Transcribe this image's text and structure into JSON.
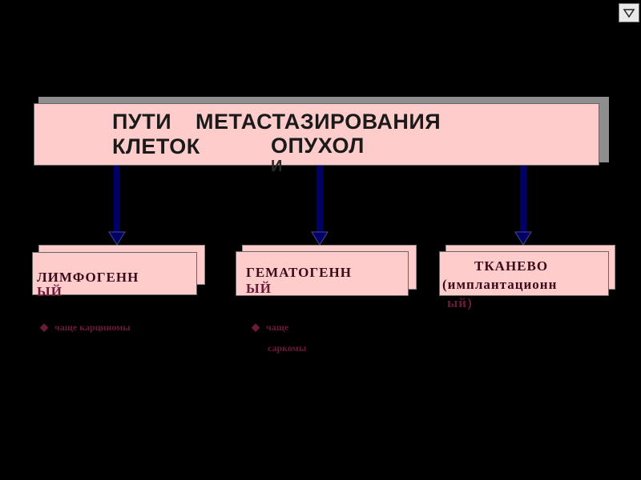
{
  "title": {
    "word1": "ПУТИ",
    "word2": "МЕТАСТАЗИРОВАНИЯ",
    "word3": "КЛЕТОК",
    "word4": "ОПУХОЛ",
    "word5": "И"
  },
  "routes": [
    {
      "line1": "ЛИМФОГЕНН",
      "line2": "ЫЙ",
      "note": "чаще карциномы"
    },
    {
      "line1": "ГЕМАТОГЕНН",
      "line2": "ЫЙ",
      "note_line1": "чаще",
      "note_line2": "саркомы"
    },
    {
      "line1": "ТКАНЕВО",
      "line2": "(имплантационн",
      "line3": "ый)"
    }
  ],
  "colors": {
    "background": "#000000",
    "box_fill": "#ffcccc",
    "arrow": "#000066",
    "label_text": "#3a0a1a"
  },
  "icons": {
    "corner": "dropdown-triangle-icon",
    "bullet": "diamond-bullet-icon"
  }
}
